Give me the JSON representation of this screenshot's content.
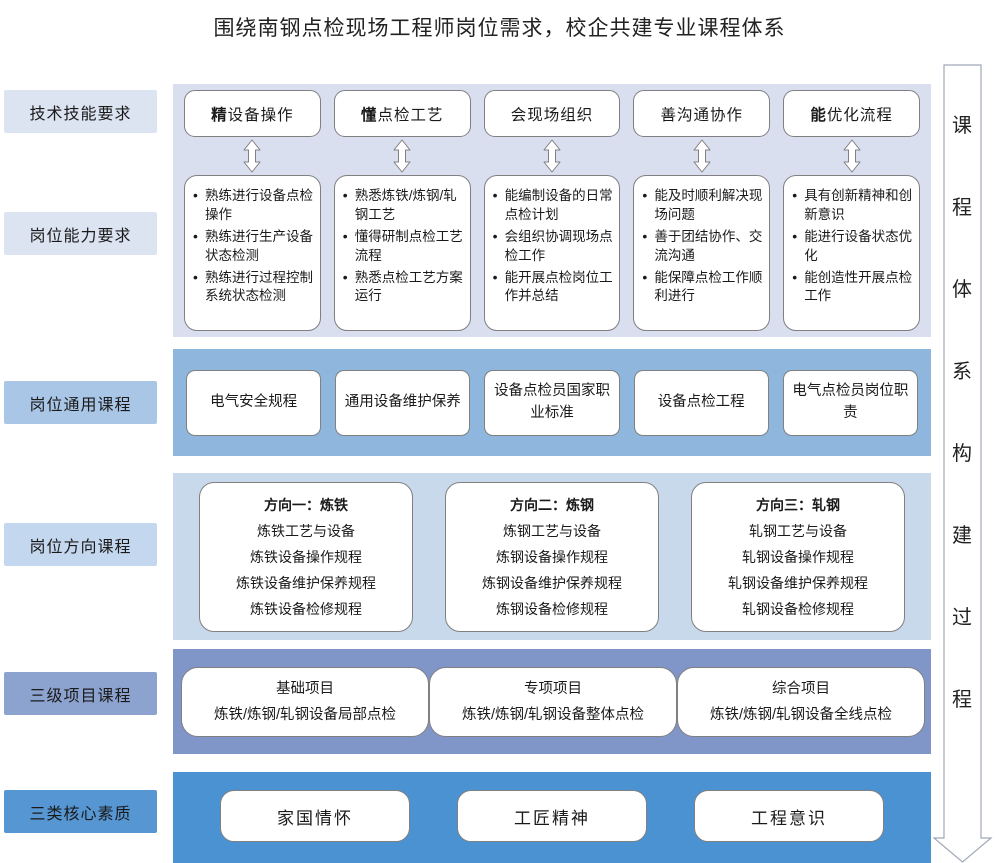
{
  "title": "围绕南钢点检现场工程师岗位需求，校企共建专业课程体系",
  "side_labels": [
    {
      "label": "技术技能要求"
    },
    {
      "label": "岗位能力要求"
    },
    {
      "label": "岗位通用课程"
    },
    {
      "label": "岗位方向课程"
    },
    {
      "label": "三级项目课程"
    },
    {
      "label": "三类核心素质"
    }
  ],
  "skill_boxes": [
    {
      "lead": "精",
      "rest": "设备操作"
    },
    {
      "lead": "懂",
      "rest": "点检工艺"
    },
    {
      "lead": "会",
      "rest": "现场组织"
    },
    {
      "lead": "善",
      "rest": "沟通协作"
    },
    {
      "lead": "能",
      "rest": "优化流程"
    }
  ],
  "ability_boxes": [
    {
      "items": [
        "熟练进行设备点检操作",
        "熟练进行生产设备状态检测",
        "熟练进行过程控制系统状态检测"
      ]
    },
    {
      "items": [
        "熟悉炼铁/炼钢/轧钢工艺",
        "懂得研制点检工艺流程",
        "熟悉点检工艺方案运行"
      ]
    },
    {
      "items": [
        "能编制设备的日常点检计划",
        "会组织协调现场点检工作",
        "能开展点检岗位工作并总结"
      ]
    },
    {
      "items": [
        "能及时顺利解决现场问题",
        "善于团结协作、交流沟通",
        "能保障点检工作顺利进行"
      ]
    },
    {
      "items": [
        "具有创新精神和创新意识",
        "能进行设备状态优化",
        "能创造性开展点检工作"
      ]
    }
  ],
  "general_courses": [
    "电气安全规程",
    "通用设备维护保养",
    "设备点检员国家职业标准",
    "设备点检工程",
    "电气点检员岗位职责"
  ],
  "direction_courses": [
    {
      "header": "方向一：炼铁",
      "items": [
        "炼铁工艺与设备",
        "炼铁设备操作规程",
        "炼铁设备维护保养规程",
        "炼铁设备检修规程"
      ]
    },
    {
      "header": "方向二：炼钢",
      "items": [
        "炼钢工艺与设备",
        "炼钢设备操作规程",
        "炼钢设备维护保养规程",
        "炼钢设备检修规程"
      ]
    },
    {
      "header": "方向三：轧钢",
      "items": [
        "轧钢工艺与设备",
        "轧钢设备操作规程",
        "轧钢设备维护保养规程",
        "轧钢设备检修规程"
      ]
    }
  ],
  "project_courses": [
    {
      "header": "基础项目",
      "item": "炼铁/炼钢/轧钢设备局部点检"
    },
    {
      "header": "专项项目",
      "item": "炼铁/炼钢/轧钢设备整体点检"
    },
    {
      "header": "综合项目",
      "item": "炼铁/炼钢/轧钢设备全线点检"
    }
  ],
  "core_qualities": [
    "家国情怀",
    "工匠精神",
    "工程意识"
  ],
  "right_banner": {
    "text": "课程体系构建过程",
    "chars": [
      "课",
      "程",
      "体",
      "系",
      "构",
      "建",
      "过",
      "程"
    ]
  },
  "colors": {
    "band_requirements": "#d9dfef",
    "band_general_courses": "#8fb6dd",
    "band_direction_courses": "#c9d9ec",
    "band_project_courses": "#8095c8",
    "band_core_qualities": "#4b92d2",
    "label_light": "#dce4f2",
    "label_general": "#a9c6e6",
    "label_direction": "#c3d7ee",
    "label_project": "#8ca2cf",
    "label_quality": "#5696d3",
    "box_border": "#808080"
  }
}
